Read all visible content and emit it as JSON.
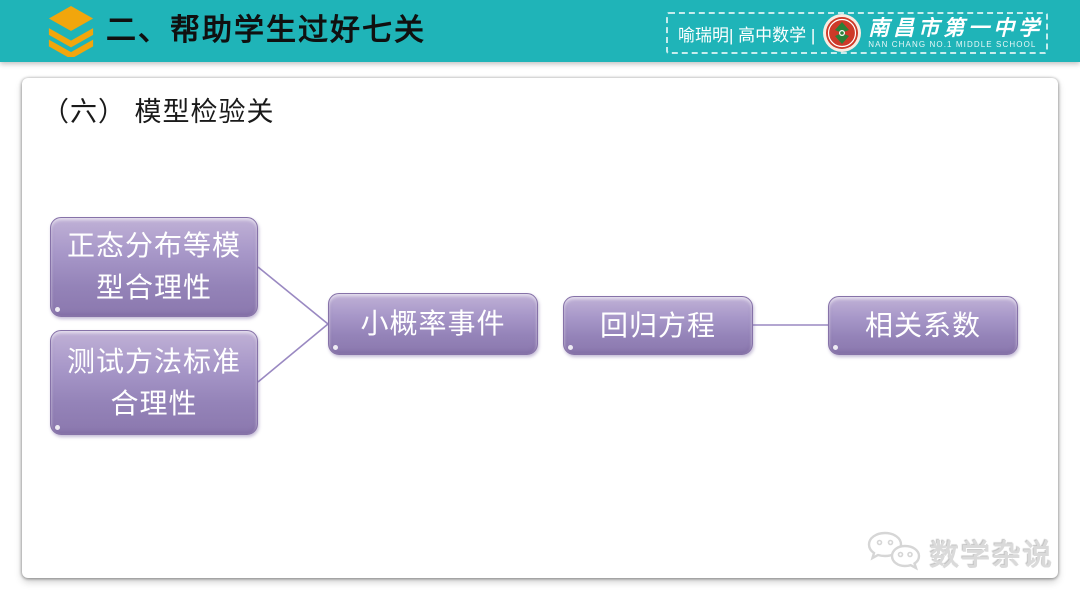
{
  "colors": {
    "header_bar": "#1fb4b8",
    "header_icon_orange": "#f2a60c",
    "box_purple": "#9c88c0",
    "box_border": "#8672a8",
    "connector": "#9a89c2",
    "logo_red": "#cd3a28",
    "logo_green": "#2a8038",
    "watermark_gray": "#dadada"
  },
  "header": {
    "title": "二、帮助学生过好七关",
    "author_info": "喻瑞明| 高中数学 |",
    "school": {
      "name": "南昌市第一中学",
      "name_en": "NAN CHANG NO.1 MIDDLE SCHOOL"
    }
  },
  "slide": {
    "title": "（六） 模型检验关",
    "flowchart": {
      "boxes": [
        {
          "label": "正态分布等模型合理性"
        },
        {
          "label": "测试方法标准合理性"
        },
        {
          "label": "小概率事件"
        },
        {
          "label": "回归方程"
        },
        {
          "label": "相关系数"
        }
      ],
      "connections": [
        {
          "from": "正态分布等模型合理性",
          "to": "小概率事件"
        },
        {
          "from": "测试方法标准合理性",
          "to": "小概率事件"
        },
        {
          "from": "回归方程",
          "to": "相关系数"
        }
      ]
    },
    "watermark": "数学杂说"
  }
}
